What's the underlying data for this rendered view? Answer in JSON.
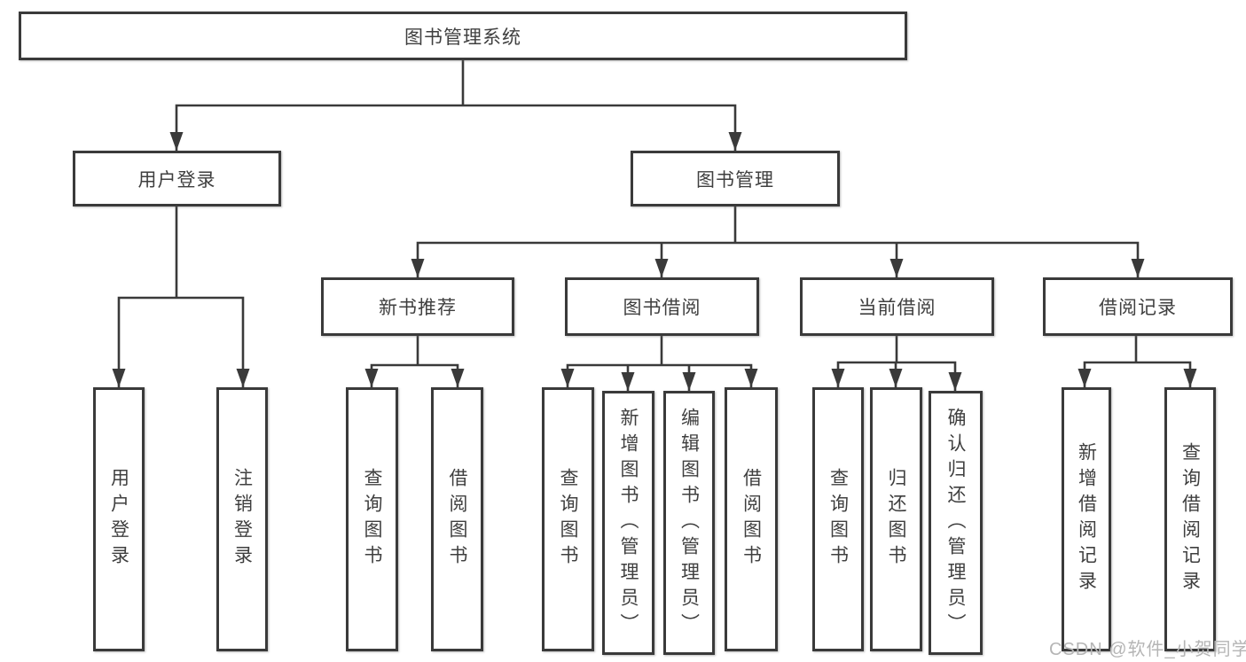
{
  "diagram": {
    "root": "图书管理系统",
    "branches": [
      {
        "label": "用户登录",
        "children": [
          "用户登录",
          "注销登录"
        ]
      },
      {
        "label": "图书管理",
        "groups": [
          {
            "label": "新书推荐",
            "children": [
              "查询图书",
              "借阅图书"
            ]
          },
          {
            "label": "图书借阅",
            "children": [
              "查询图书",
              "新增图书（管理员）",
              "编辑图书（管理员）",
              "借阅图书"
            ]
          },
          {
            "label": "当前借阅",
            "children": [
              "查询图书",
              "归还图书",
              "确认归还（管理员）"
            ]
          },
          {
            "label": "借阅记录",
            "children": [
              "新增借阅记录",
              "查询借阅记录"
            ]
          }
        ]
      }
    ]
  },
  "watermark": "CSDN @软件_小贺同学",
  "colors": {
    "line": "#3a3a3a",
    "text": "#3f3f3f",
    "watermark": "#b5b5b5",
    "background": "#ffffff"
  }
}
